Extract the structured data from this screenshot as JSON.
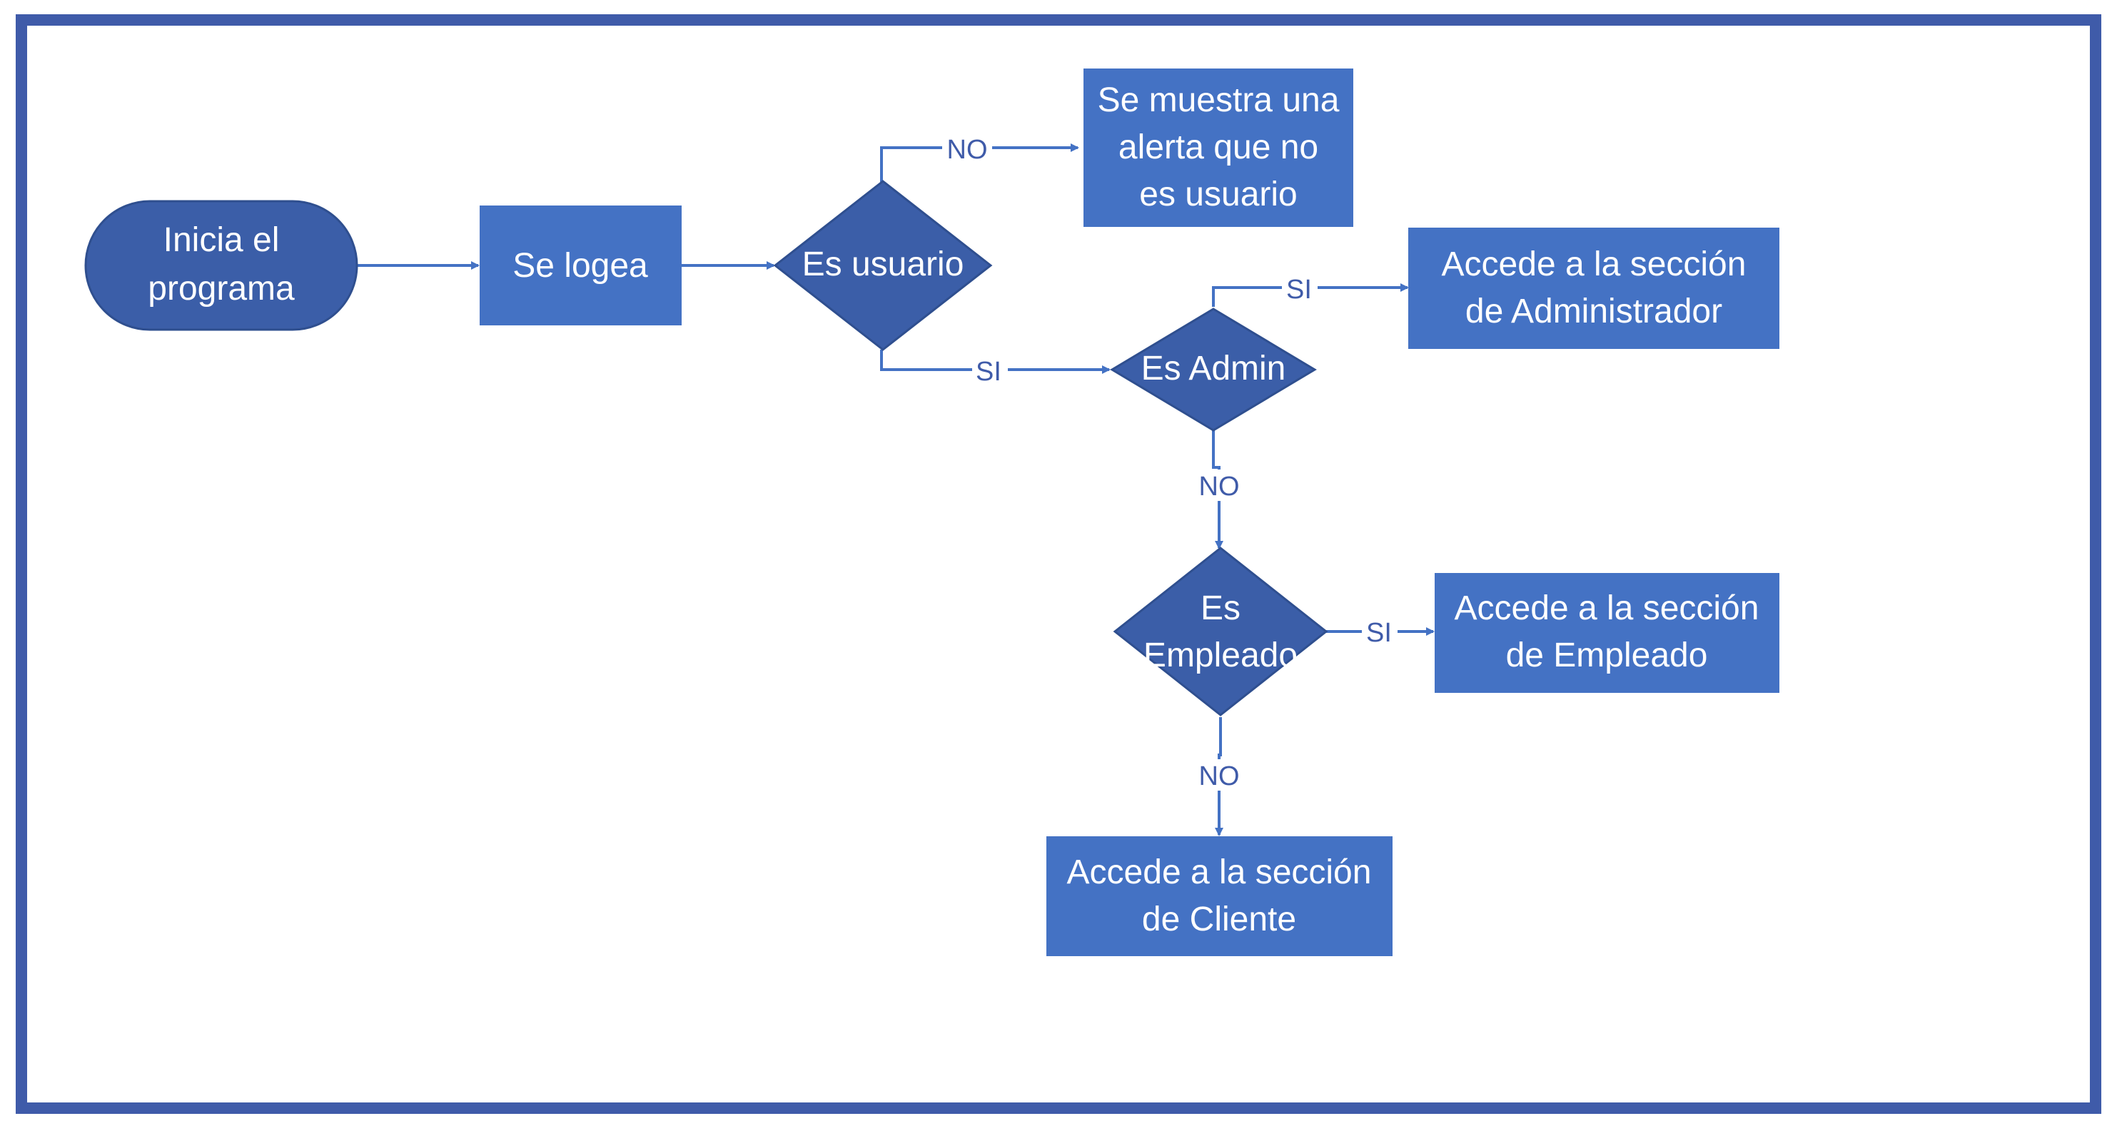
{
  "diagram": {
    "type": "flowchart",
    "nodes": {
      "start": [
        "Inicia el",
        "programa"
      ],
      "login": [
        "Se logea"
      ],
      "is_user": [
        "Es usuario"
      ],
      "alert": [
        "Se muestra una",
        "alerta que no",
        "es usuario"
      ],
      "is_admin": [
        "Es Admin"
      ],
      "admin_section": [
        "Accede a la sección",
        "de Administrador"
      ],
      "is_employee": [
        "Es",
        "Empleado"
      ],
      "employee_section": [
        "Accede a la sección",
        "de Empleado"
      ],
      "client_section": [
        "Accede a la sección",
        "de Cliente"
      ]
    },
    "edge_labels": {
      "user_no": "NO",
      "user_yes": "SI",
      "admin_yes": "SI",
      "admin_no": "NO",
      "employee_yes": "SI",
      "employee_no": "NO"
    },
    "colors": {
      "frame": "#3f5ba9",
      "box": "#4472c4",
      "decision": "#3b5ea8",
      "edge": "#4472c4",
      "text": "#ffffff"
    }
  }
}
